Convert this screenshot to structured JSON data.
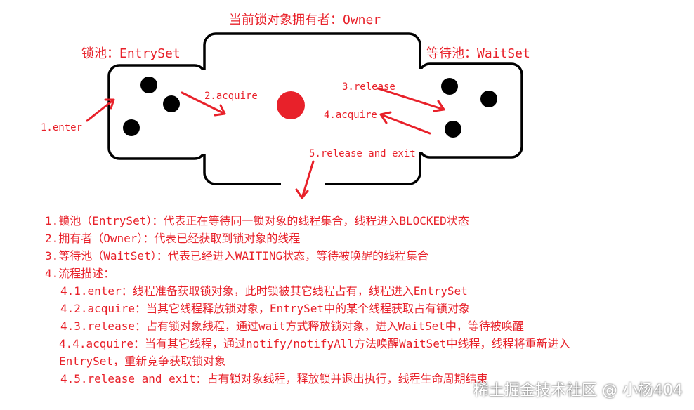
{
  "diagram": {
    "owner_title": "当前锁对象拥有者：Owner",
    "entry_title": "锁池：EntrySet",
    "wait_title": "等待池：WaitSet",
    "steps": {
      "enter": "1.enter",
      "acquire2": "2.acquire",
      "release3": "3.release",
      "acquire4": "4.acquire",
      "release_exit": "5.release and exit"
    },
    "colors": {
      "accent": "#e8212a",
      "outline": "#000000"
    }
  },
  "notes": [
    "1.锁池（EntrySet）：代表正在等待同一锁对象的线程集合，线程进入BLOCKED状态",
    "2.拥有者（Owner）：代表已经获取到锁对象的线程",
    "3.等待池（WaitSet）：代表已经进入WAITING状态，等待被唤醒的线程集合",
    "4.流程描述：",
    "4.1.enter：线程准备获取锁对象，此时锁被其它线程占有，线程进入EntrySet",
    "4.2.acquire：当其它线程释放锁对象，EntrySet中的某个线程获取占有锁对象",
    "4.3.release：占有锁对象线程，通过wait方式释放锁对象，进入WaitSet中，等待被唤醒",
    "4.4.acquire：当有其它线程，通过notify/notifyAll方法唤醒WaitSet中线程，线程将重新进入EntrySet，重新竞争获取锁对象",
    "4.5.release and exit：占有锁对象线程，释放锁并退出执行，线程生命周期结束"
  ],
  "watermark": "稀土掘金技术社区 @ 小杨404"
}
